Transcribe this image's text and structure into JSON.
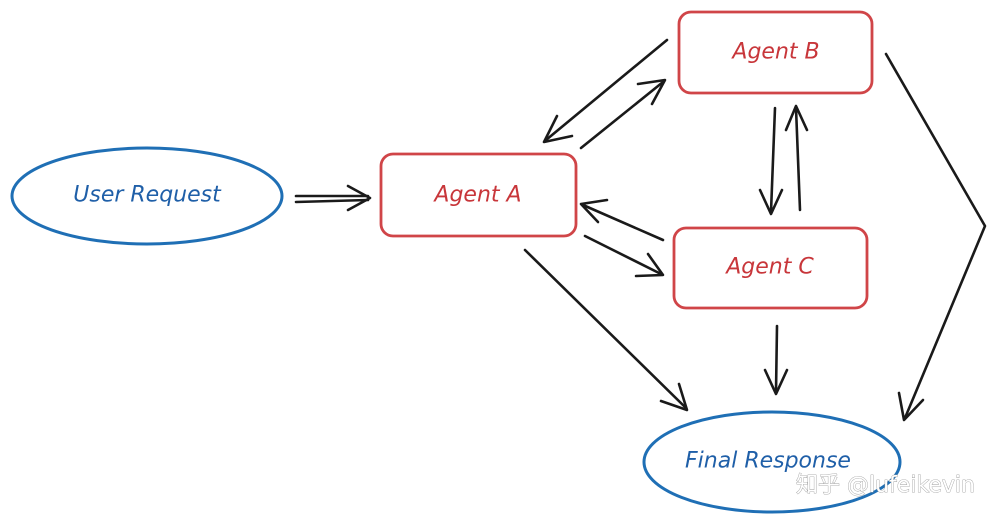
{
  "colors": {
    "oval_stroke": "#1f6fb5",
    "box_stroke": "#d04548",
    "arrow": "#1a1a1a",
    "oval_text": "#1f5fa8",
    "box_text": "#c8363a"
  },
  "nodes": {
    "user_request": {
      "label": "User Request"
    },
    "agent_a": {
      "label": "Agent A"
    },
    "agent_b": {
      "label": "Agent B"
    },
    "agent_c": {
      "label": "Agent C"
    },
    "final_response": {
      "label": "Final Response"
    }
  },
  "edges": [
    {
      "from": "user_request",
      "to": "agent_a"
    },
    {
      "from": "agent_a",
      "to": "agent_b"
    },
    {
      "from": "agent_b",
      "to": "agent_a"
    },
    {
      "from": "agent_a",
      "to": "agent_c"
    },
    {
      "from": "agent_c",
      "to": "agent_a"
    },
    {
      "from": "agent_b",
      "to": "agent_c"
    },
    {
      "from": "agent_c",
      "to": "agent_b"
    },
    {
      "from": "agent_a",
      "to": "final_response"
    },
    {
      "from": "agent_c",
      "to": "final_response"
    },
    {
      "from": "agent_b",
      "to": "final_response"
    }
  ],
  "watermark": "知乎 @lufeikevin"
}
